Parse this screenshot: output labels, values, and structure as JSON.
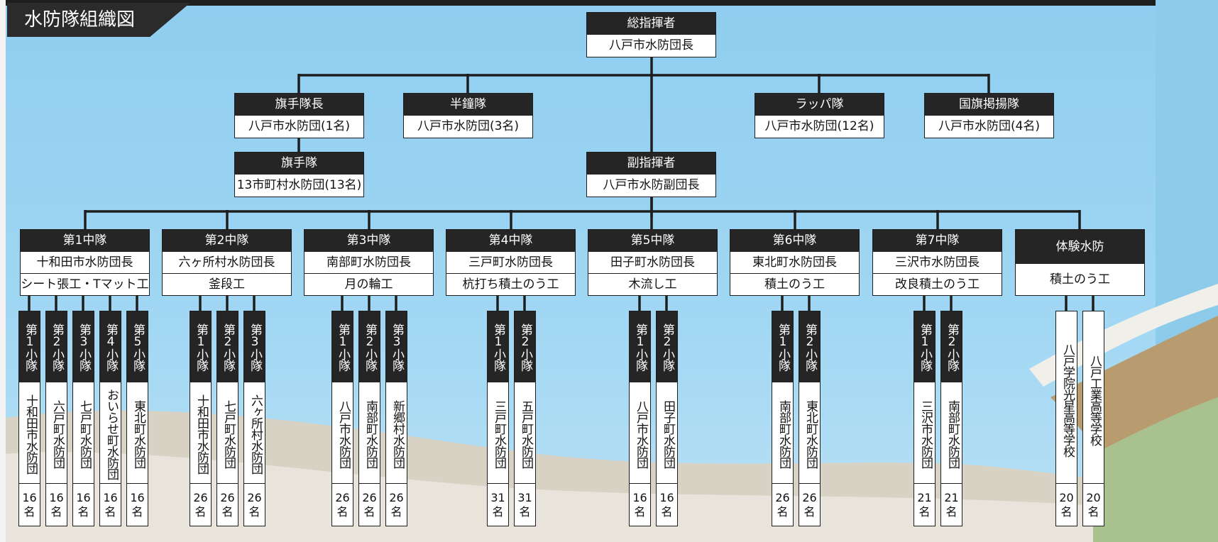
{
  "title": "水防隊組織図",
  "commander": {
    "role": "総指揮者",
    "name": "八戸市水防団長"
  },
  "vice_commander": {
    "role": "副指揮者",
    "name": "八戸市水防副団長"
  },
  "staff_units": [
    {
      "role": "旗手隊長",
      "name": "八戸市水防団(1名)"
    },
    {
      "role": "半鐘隊",
      "name": "八戸市水防団(3名)"
    },
    {
      "role": "ラッパ隊",
      "name": "八戸市水防団(12名)"
    },
    {
      "role": "国旗掲揚隊",
      "name": "八戸市水防団(4名)"
    }
  ],
  "flag_unit": {
    "role": "旗手隊",
    "name": "13市町村水防団(13名)"
  },
  "companies": [
    {
      "name": "第1中隊",
      "leader": "十和田市水防団長",
      "method": "シート張工・Tマット工",
      "platoons": [
        {
          "label": "第1小隊",
          "org": "十和田市水防団",
          "count": "16",
          "unit": "名"
        },
        {
          "label": "第2小隊",
          "org": "六戸町水防団",
          "count": "16",
          "unit": "名"
        },
        {
          "label": "第3小隊",
          "org": "七戸町水防団",
          "count": "16",
          "unit": "名"
        },
        {
          "label": "第4小隊",
          "org": "おいらせ町水防団",
          "count": "16",
          "unit": "名"
        },
        {
          "label": "第5小隊",
          "org": "東北町水防団",
          "count": "16",
          "unit": "名"
        }
      ]
    },
    {
      "name": "第2中隊",
      "leader": "六ヶ所村水防団長",
      "method": "釜段工",
      "platoons": [
        {
          "label": "第1小隊",
          "org": "十和田市水防団",
          "count": "26",
          "unit": "名"
        },
        {
          "label": "第2小隊",
          "org": "七戸町水防団",
          "count": "26",
          "unit": "名"
        },
        {
          "label": "第3小隊",
          "org": "六ヶ所村水防団",
          "count": "26",
          "unit": "名"
        }
      ]
    },
    {
      "name": "第3中隊",
      "leader": "南部町水防団長",
      "method": "月の輪工",
      "platoons": [
        {
          "label": "第1小隊",
          "org": "八戸市水防団",
          "count": "26",
          "unit": "名"
        },
        {
          "label": "第2小隊",
          "org": "南部町水防団",
          "count": "26",
          "unit": "名"
        },
        {
          "label": "第3小隊",
          "org": "新郷村水防団",
          "count": "26",
          "unit": "名"
        }
      ]
    },
    {
      "name": "第4中隊",
      "leader": "三戸町水防団長",
      "method": "杭打ち積土のう工",
      "platoons": [
        {
          "label": "第1小隊",
          "org": "三戸町水防団",
          "count": "31",
          "unit": "名"
        },
        {
          "label": "第2小隊",
          "org": "五戸町水防団",
          "count": "31",
          "unit": "名"
        }
      ]
    },
    {
      "name": "第5中隊",
      "leader": "田子町水防団長",
      "method": "木流し工",
      "platoons": [
        {
          "label": "第1小隊",
          "org": "八戸市水防団",
          "count": "16",
          "unit": "名"
        },
        {
          "label": "第2小隊",
          "org": "田子町水防団",
          "count": "16",
          "unit": "名"
        }
      ]
    },
    {
      "name": "第6中隊",
      "leader": "東北町水防団長",
      "method": "積土のう工",
      "platoons": [
        {
          "label": "第1小隊",
          "org": "南部町水防団",
          "count": "26",
          "unit": "名"
        },
        {
          "label": "第2小隊",
          "org": "東北町水防団",
          "count": "26",
          "unit": "名"
        }
      ]
    },
    {
      "name": "第7中隊",
      "leader": "三沢市水防団長",
      "method": "改良積土のう工",
      "platoons": [
        {
          "label": "第1小隊",
          "org": "三沢市水防団",
          "count": "21",
          "unit": "名"
        },
        {
          "label": "第2小隊",
          "org": "南部町水防団",
          "count": "21",
          "unit": "名"
        }
      ]
    }
  ],
  "experience": {
    "name": "体験水防",
    "method": "積土のう工",
    "schools": [
      {
        "org": "八戸学院光星高等学校",
        "count": "20",
        "unit": "名"
      },
      {
        "org": "八戸工業高等学校",
        "count": "20",
        "unit": "名"
      }
    ]
  }
}
